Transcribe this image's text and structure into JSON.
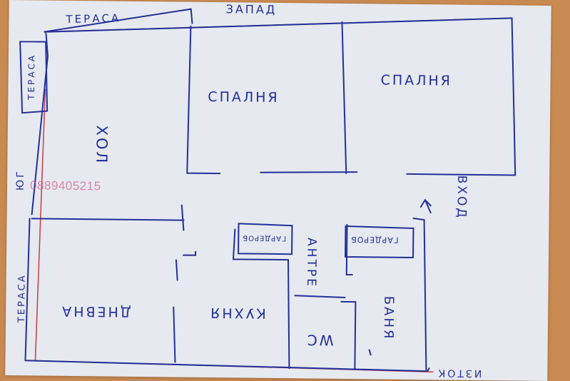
{
  "directions": {
    "west": "ЗАПАД",
    "south": "ЮГ",
    "east": "ИЗТОК"
  },
  "rooms": {
    "terrace_top": "ТЕРАСА",
    "terrace_left_top": "ТЕРАСА",
    "terrace_left_bottom": "ТЕРАСА",
    "bedroom_1": "СПАЛНЯ",
    "bedroom_2": "СПАЛНЯ",
    "hall": "ХОЛ",
    "living": "ДНЕВНА",
    "kitchen": "КУХНЯ",
    "antre": "АНТРЕ",
    "wc": "WC",
    "bath": "БАНЯ",
    "wardrobe_1": "ГАРДЕРОБ",
    "wardrobe_2": "ГАРДЕРОБ",
    "entrance": "ВХОД"
  },
  "watermark": "0889405215",
  "colors": {
    "ink": "#23309a",
    "red_line": "#c8454e",
    "paper": "#e6e9ef",
    "table": "#c98a52"
  }
}
